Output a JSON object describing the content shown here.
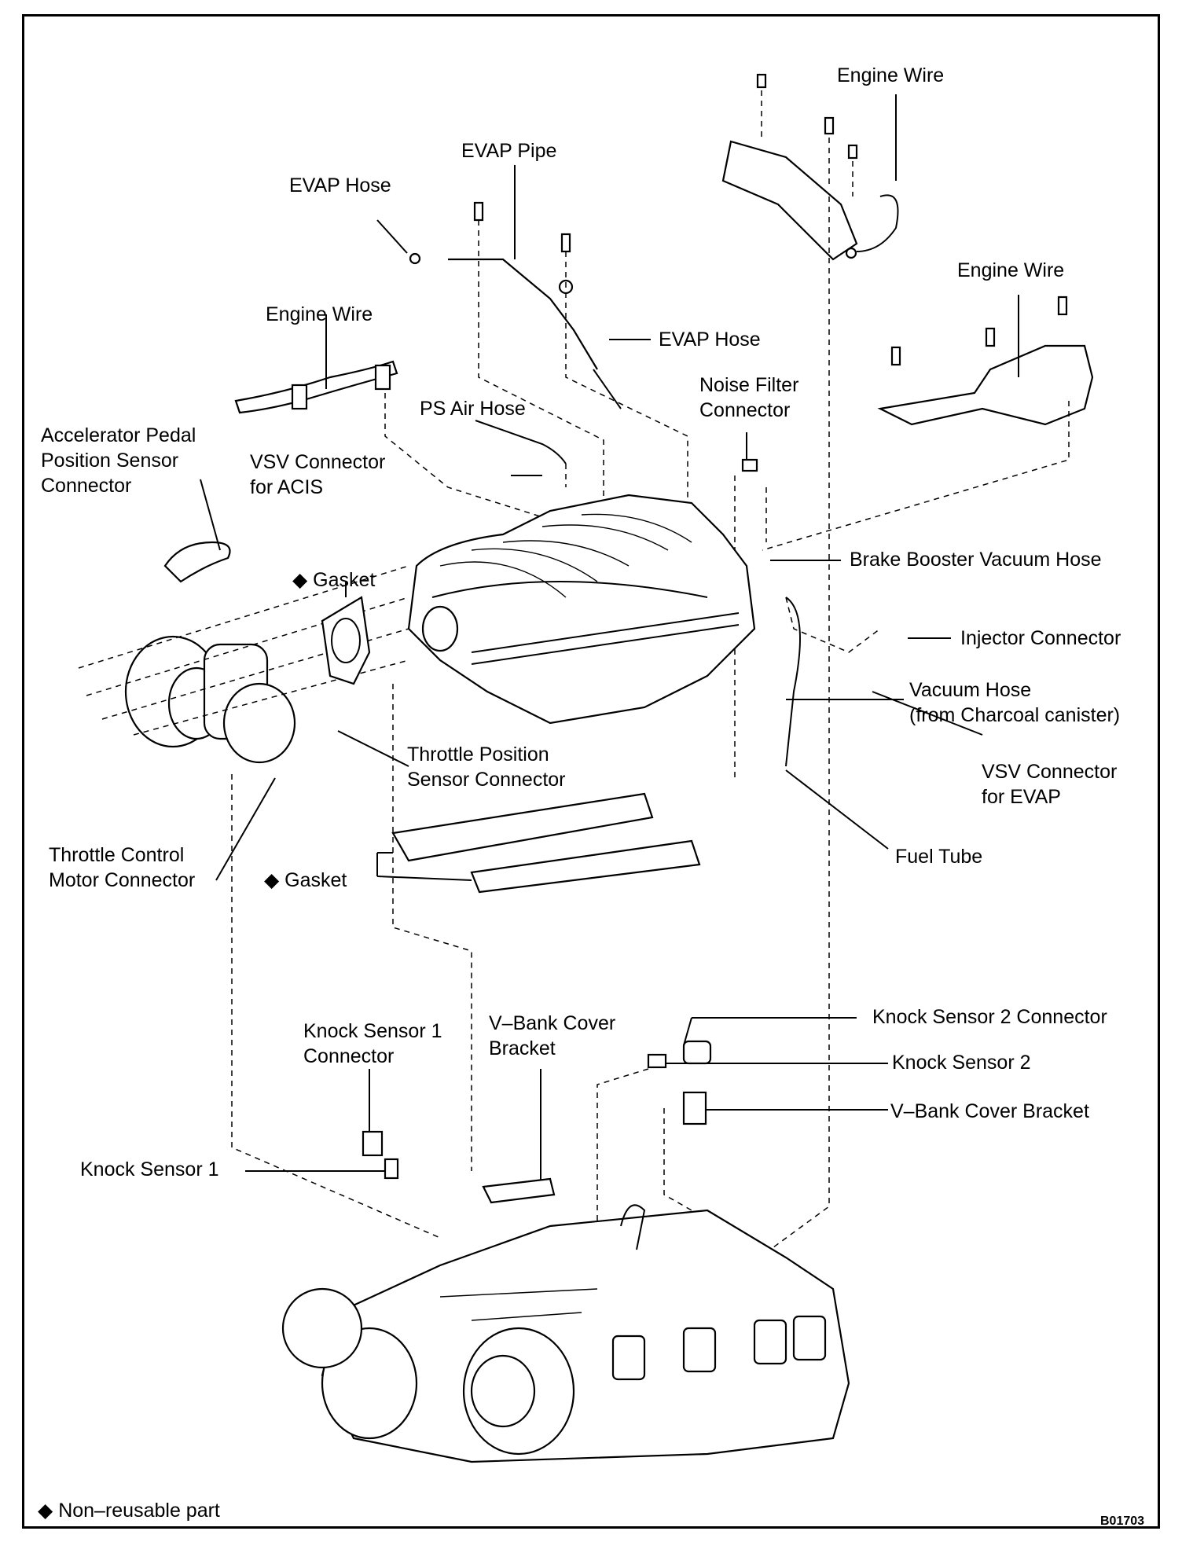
{
  "figure_code": "B01703",
  "legend": {
    "symbol": "◆",
    "text": "Non–reusable part"
  },
  "labels": {
    "engine_wire_top": "Engine Wire",
    "evap_pipe": "EVAP Pipe",
    "evap_hose_left": "EVAP Hose",
    "evap_hose_right": "EVAP Hose",
    "engine_wire_right": "Engine Wire",
    "engine_wire_left": "Engine Wire",
    "ps_air_hose": "PS Air Hose",
    "noise_filter_connector": [
      "Noise Filter",
      "Connector"
    ],
    "accel_pedal_sensor_connector": [
      "Accelerator Pedal",
      "Position Sensor",
      "Connector"
    ],
    "vsv_connector_acis": [
      "VSV Connector",
      "for ACIS"
    ],
    "gasket_upper": "Gasket",
    "brake_booster_vacuum_hose": "Brake Booster Vacuum Hose",
    "injector_connector": "Injector Connector",
    "vacuum_hose": [
      "Vacuum Hose",
      "(from Charcoal canister)"
    ],
    "throttle_position_sensor_connector": [
      "Throttle Position",
      "Sensor Connector"
    ],
    "vsv_connector_evap": [
      "VSV Connector",
      "for EVAP"
    ],
    "throttle_control_motor_connector": [
      "Throttle Control",
      "Motor Connector"
    ],
    "fuel_tube": "Fuel Tube",
    "gasket_lower": "Gasket",
    "knock_sensor_2_connector": "Knock Sensor 2 Connector",
    "knock_sensor_1_connector": [
      "Knock Sensor 1",
      "Connector"
    ],
    "v_bank_cover_bracket_left": [
      "V–Bank Cover",
      "Bracket"
    ],
    "knock_sensor_2": "Knock Sensor 2",
    "v_bank_cover_bracket_right": "V–Bank Cover  Bracket",
    "knock_sensor_1": "Knock Sensor 1"
  }
}
